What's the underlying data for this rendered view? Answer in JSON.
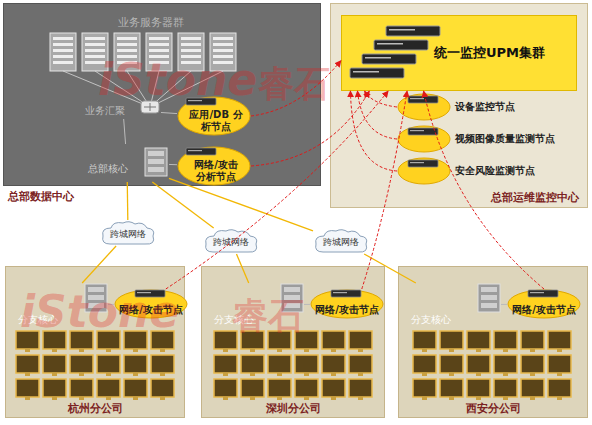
{
  "diagram": {
    "nodes": [
      {
        "text": [
          "总部数据中心"
        ]
      },
      {
        "text": [
          "业务汇聚"
        ],
        "in": 0
      },
      {
        "text": [
          "应用/DB 分析节点"
        ],
        "in": 0
      },
      {
        "text": [
          "总部核心"
        ],
        "in": 0
      },
      {
        "text": [
          "网络/攻击 分析节点"
        ],
        "in": 0
      },
      {
        "text": [
          "总部运维监控中心"
        ]
      },
      {
        "text": [
          "统一监控UPM集群"
        ],
        "in": 5
      },
      {
        "text": [
          "设备监控节点"
        ],
        "in": 5
      },
      {
        "text": [
          "视频图像质量监测节点"
        ],
        "in": 5
      },
      {
        "text": [
          "安全风险监测节点"
        ],
        "in": 5
      },
      {
        "text": [
          "跨城网络"
        ]
      },
      {
        "text": [
          "跨城网络"
        ]
      },
      {
        "text": [
          "跨城网络"
        ]
      },
      {
        "text": [
          "杭州分公司"
        ]
      },
      {
        "text": [
          "分支核心"
        ],
        "in": 13
      },
      {
        "text": [
          "网络/攻击节点"
        ],
        "in": 13
      },
      {
        "text": [
          "深圳分公司"
        ]
      },
      {
        "text": [
          "分支核心"
        ],
        "in": 16
      },
      {
        "text": [
          "网络/攻击节点"
        ],
        "in": 16
      },
      {
        "text": [
          "西安分公司"
        ]
      },
      {
        "text": [
          "分支核心"
        ],
        "in": 19
      },
      {
        "text": [
          "网络/攻击节点"
        ],
        "in": 19
      }
    ],
    "edges": [
      {
        "from": 1,
        "to": 3,
        "arrow": "none"
      },
      {
        "from": 1,
        "to": 2,
        "arrow": "none"
      },
      {
        "from": 3,
        "to": 4,
        "arrow": "none"
      },
      {
        "from": 3,
        "to": 10,
        "arrow": "none"
      },
      {
        "from": 3,
        "to": 11,
        "arrow": "none"
      },
      {
        "from": 3,
        "to": 12,
        "arrow": "none"
      },
      {
        "from": 10,
        "to": 14,
        "arrow": "none"
      },
      {
        "from": 11,
        "to": 17,
        "arrow": "none"
      },
      {
        "from": 12,
        "to": 20,
        "arrow": "none"
      },
      {
        "from": 14,
        "to": 15,
        "arrow": "none"
      },
      {
        "from": 17,
        "to": 18,
        "arrow": "none"
      },
      {
        "from": 20,
        "to": 21,
        "arrow": "none"
      },
      {
        "from": 2,
        "to": 6,
        "arrow": "to"
      },
      {
        "from": 4,
        "to": 6,
        "arrow": "to"
      },
      {
        "from": 15,
        "to": 6,
        "arrow": "to"
      },
      {
        "from": 18,
        "to": 6,
        "arrow": "to"
      },
      {
        "from": 21,
        "to": 6,
        "arrow": "to"
      },
      {
        "from": 7,
        "to": 6,
        "arrow": "to"
      },
      {
        "from": 8,
        "to": 6,
        "arrow": "to"
      },
      {
        "from": 9,
        "to": 6,
        "arrow": "to"
      }
    ],
    "labels": [
      "业务服务器群",
      "iStone",
      "睿石",
      "iStone",
      "睿石"
    ]
  }
}
